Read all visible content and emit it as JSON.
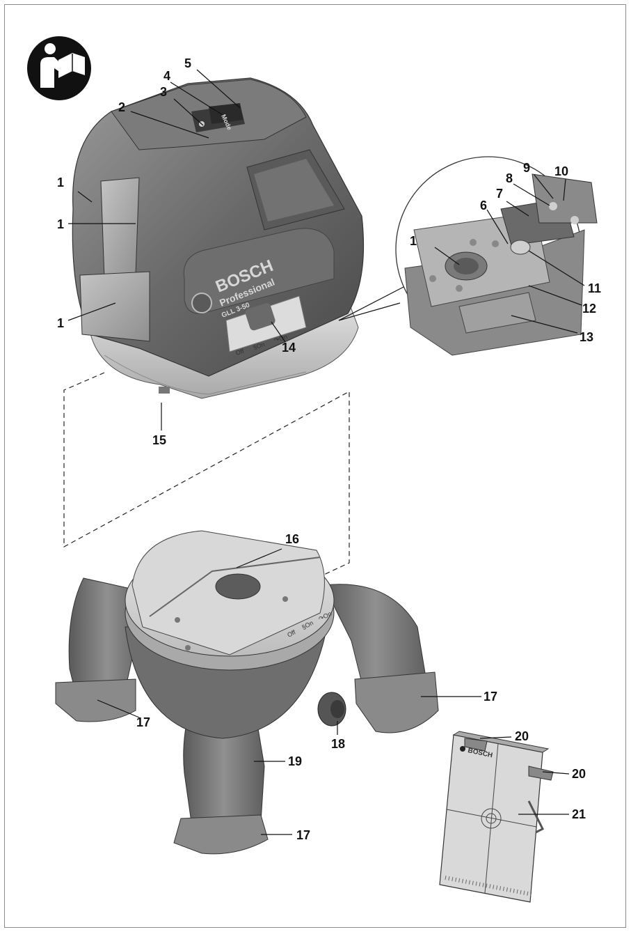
{
  "figure": {
    "callouts": {
      "c1a": "1",
      "c1b": "1",
      "c1c": "1",
      "c1d": "1",
      "c2": "2",
      "c3": "3",
      "c4": "4",
      "c5": "5",
      "c6": "6",
      "c7": "7",
      "c8": "8",
      "c9": "9",
      "c10": "10",
      "c11": "11",
      "c12": "12",
      "c13": "13",
      "c14": "14",
      "c15": "15",
      "c16": "16",
      "c17a": "17",
      "c17b": "17",
      "c17c": "17",
      "c18": "18",
      "c19": "19",
      "c20a": "20",
      "c20b": "20",
      "c21": "21"
    },
    "device": {
      "brand": "BOSCH",
      "line": "Professional",
      "model": "GLL 3-50",
      "button_label": "Mode"
    },
    "switch_labels": {
      "off": "Off",
      "on_locked": "§On",
      "on_pendulum": "↷On"
    },
    "holder_switch_labels": {
      "off": "Off",
      "on_locked": "§On",
      "on_pendulum": "↷On"
    },
    "target_plate_brand": "BOSCH",
    "icon_names": [
      "read-manual-icon"
    ],
    "colors": {
      "body_dark": "#5b5b5b",
      "body_mid": "#8c8c8c",
      "body_light": "#bdbdbd",
      "ink": "#111111"
    }
  }
}
